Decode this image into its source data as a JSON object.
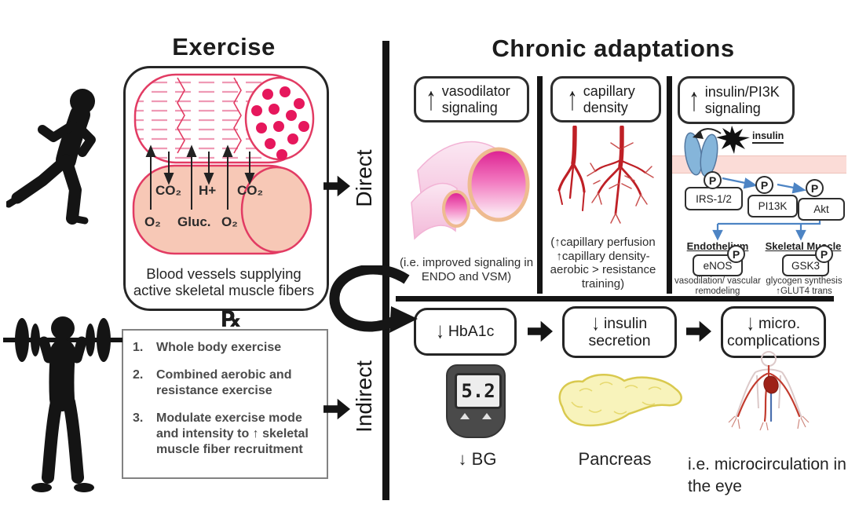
{
  "exercise_side": {
    "title": "Exercise",
    "muscle": {
      "co2_left": "CO₂",
      "h_plus": "H+",
      "co2_right": "CO₂",
      "o2_left": "O₂",
      "gluc": "Gluc.",
      "o2_right": "O₂",
      "caption": "Blood vessels supplying active skeletal muscle fibers"
    },
    "rx_symbol": "℞",
    "prescription": [
      {
        "num": "1.",
        "text": "Whole body exercise"
      },
      {
        "num": "2.",
        "text": "Combined aerobic and resistance exercise"
      },
      {
        "num": "3.",
        "text": "Modulate exercise mode and intensity to ↑ skeletal muscle fiber recruitment"
      }
    ]
  },
  "pathway_labels": {
    "direct": "Direct",
    "indirect": "Indirect"
  },
  "chronic": {
    "title": "Chronic adaptations",
    "vasodilator": {
      "arrow": "↑",
      "title": "vasodilator signaling",
      "caption": "(i.e. improved signaling in ENDO and VSM)"
    },
    "capillary": {
      "arrow": "↑",
      "title": "capillary density",
      "caption": "(↑capillary perfusion ↑capillary density- aerobic > resistance training)"
    },
    "insulin": {
      "arrow": "↑",
      "title": "insulin/PI3K signaling",
      "ligand": "insulin",
      "phospho": "P",
      "irs": "IRS-1/2",
      "pi3k": "PI13K",
      "akt": "Akt",
      "endothelium": {
        "title": "Endothelium",
        "node": "eNOS",
        "caption": "vasodilation/ vascular remodeling"
      },
      "skeletal": {
        "title": "Skeletal Muscle",
        "node": "GSK3",
        "caption": "glycogen synthesis ↑GLUT4 trans"
      }
    }
  },
  "indirect_row": {
    "hba1c": {
      "arrow": "↓",
      "label": "HbA1c"
    },
    "insulin_secretion": {
      "arrow": "↓",
      "label": "insulin secretion"
    },
    "micro": {
      "arrow": "↓",
      "label": "micro. complications"
    },
    "meter_value": "5.2",
    "bg_label": "↓ BG",
    "pancreas_label": "Pancreas",
    "eye_caption": "i.e. microcirculation in the eye"
  },
  "colors": {
    "accent_pink": "#e23b63",
    "vessel_fill": "#f7c8b6",
    "capillary_red": "#bf2026",
    "lumen_magenta": "#dc1f90",
    "receptor_blue": "#85b5da",
    "membrane_pink": "#fbdcd7",
    "signal_blue": "#4d84c4",
    "ink": "#141414"
  }
}
